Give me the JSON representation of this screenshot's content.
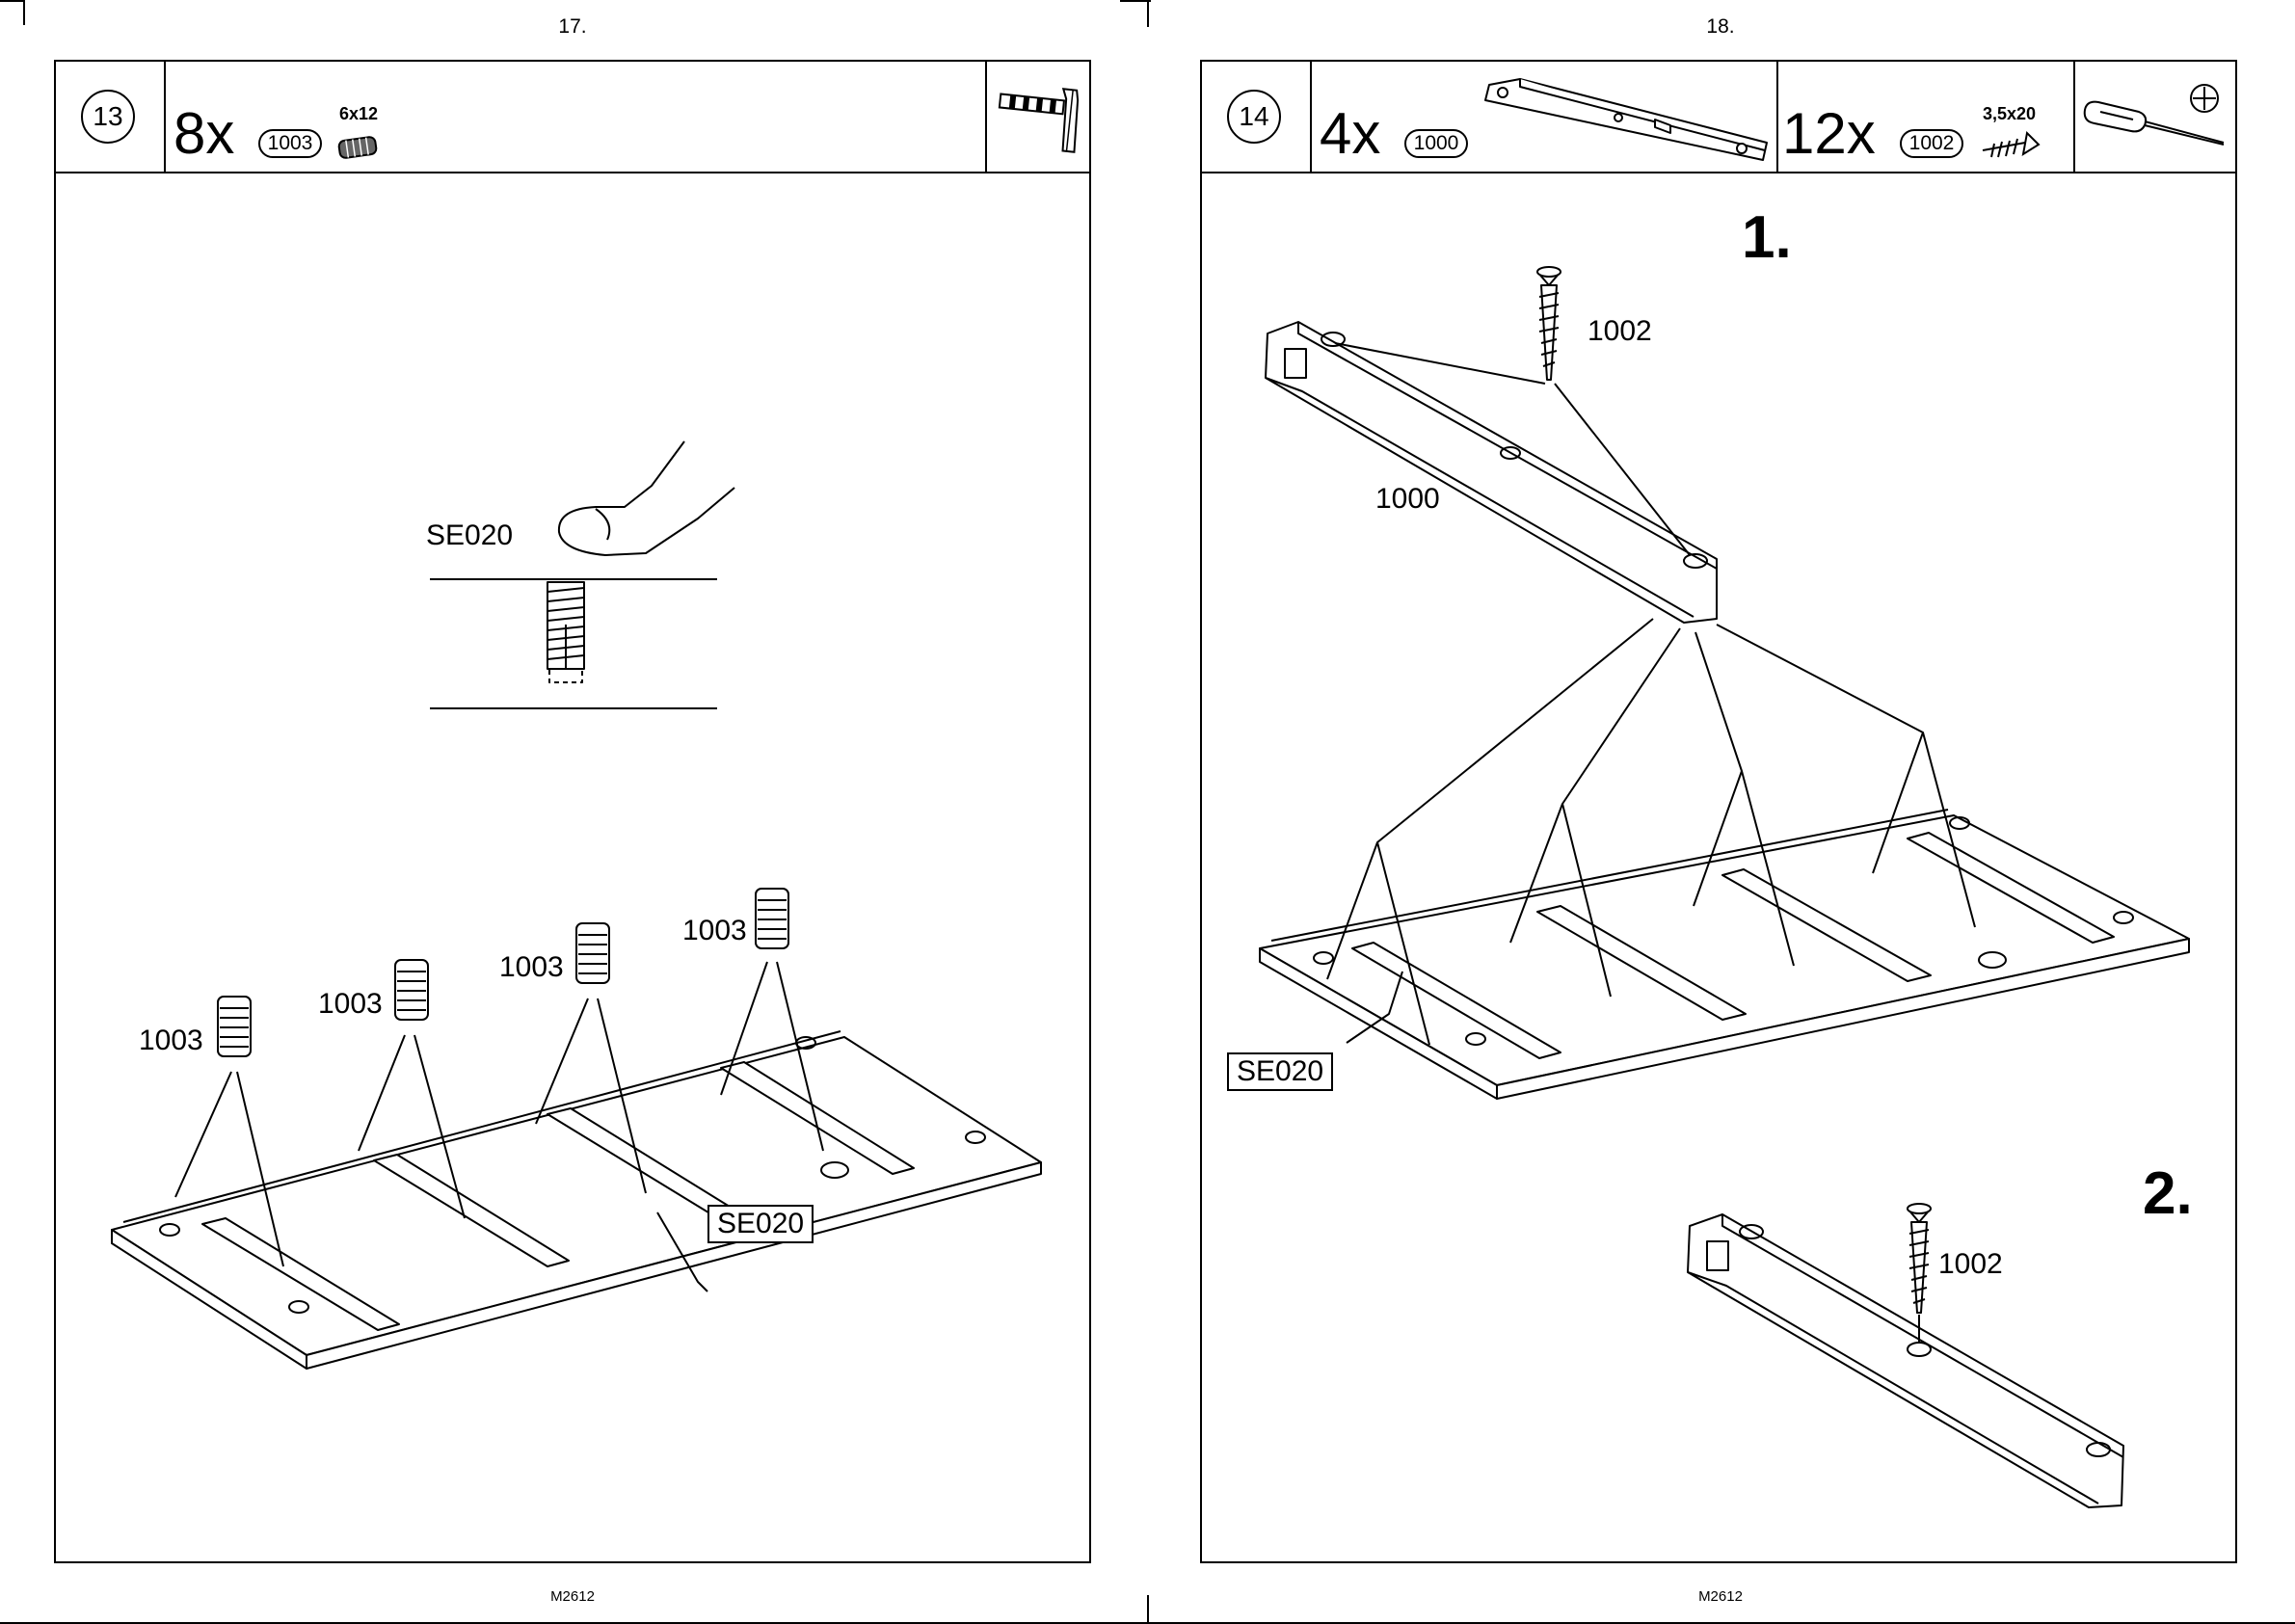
{
  "left_page": {
    "page_number": "17.",
    "footer_code": "M2612",
    "step": {
      "number": "13",
      "quantity": "8x",
      "part_id": "1003",
      "part_spec": "6x12",
      "tool": "hammer-icon"
    },
    "callouts": {
      "detail_label": "SE020",
      "dowel_labels": [
        "1003",
        "1003",
        "1003",
        "1003"
      ],
      "panel_label": "SE020"
    }
  },
  "right_page": {
    "page_number": "18.",
    "footer_code": "M2612",
    "step": {
      "number": "14",
      "quantity_a": "4x",
      "part_a_id": "1000",
      "quantity_b": "12x",
      "part_b_id": "1002",
      "part_b_spec": "3,5x20",
      "tool": "phillips-screwdriver-icon"
    },
    "callouts": {
      "substep_1": "1.",
      "substep_2": "2.",
      "screw_label_1": "1002",
      "rail_label": "1000",
      "panel_label": "SE020",
      "screw_label_2": "1002"
    }
  }
}
